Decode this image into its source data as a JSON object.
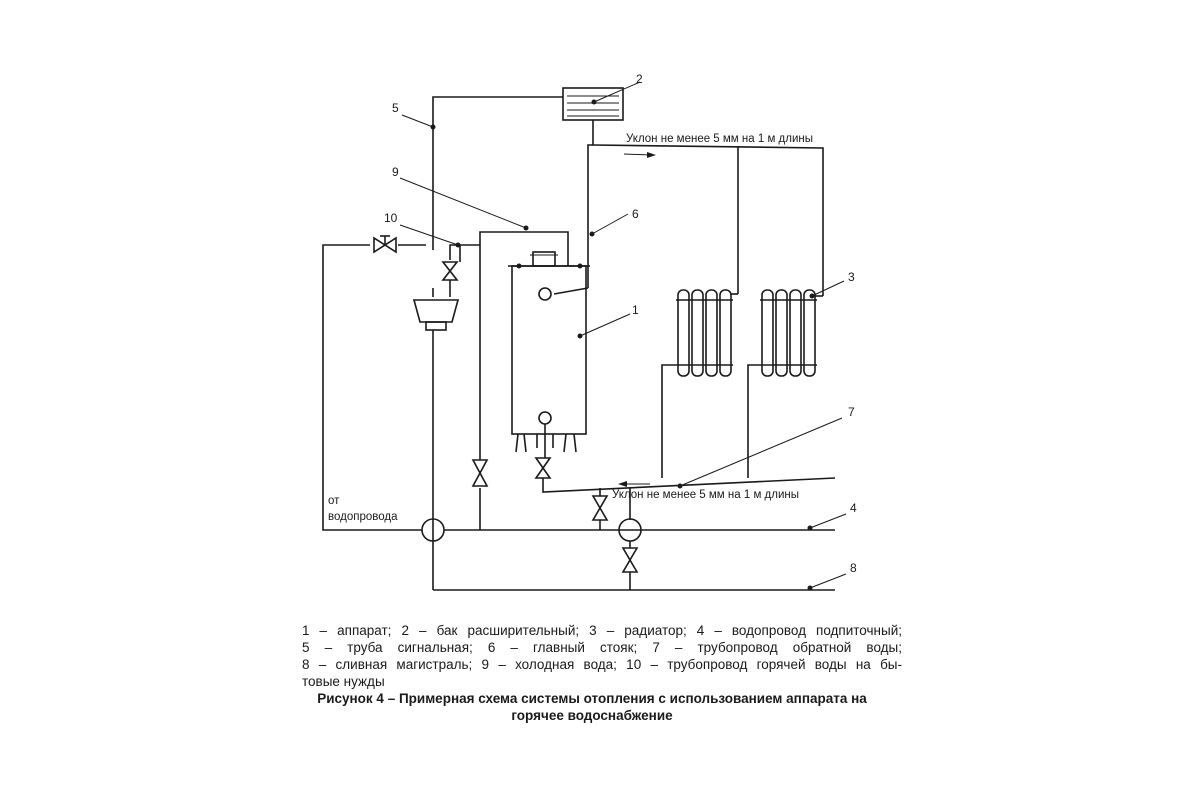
{
  "diagram": {
    "callouts": {
      "c1": "1",
      "c2": "2",
      "c3": "3",
      "c4": "4",
      "c5": "5",
      "c6": "6",
      "c7": "7",
      "c8": "8",
      "c9": "9",
      "c10": "10"
    },
    "slope_top": "Уклон не менее 5 мм на 1 м длины",
    "slope_bottom": "Уклон не менее 5 мм на 1 м длины",
    "water_supply_line1": "от",
    "water_supply_line2": "водопровода"
  },
  "legend": {
    "line1": "1 – аппарат; 2 – бак расширительный; 3 – радиатор; 4 – водопровод подпиточный;",
    "line2": "5 – труба сигнальная; 6 – главный стояк; 7 – трубопровод обратной воды;",
    "line3": "8 – сливная магистраль; 9 – холодная вода; 10 – трубопровод горячей воды на бы-",
    "line4": "товые нужды"
  },
  "caption": {
    "line1": "Рисунок 4 – Примерная схема системы отопления с использованием аппарата на",
    "line2": "горячее водоснабжение"
  }
}
